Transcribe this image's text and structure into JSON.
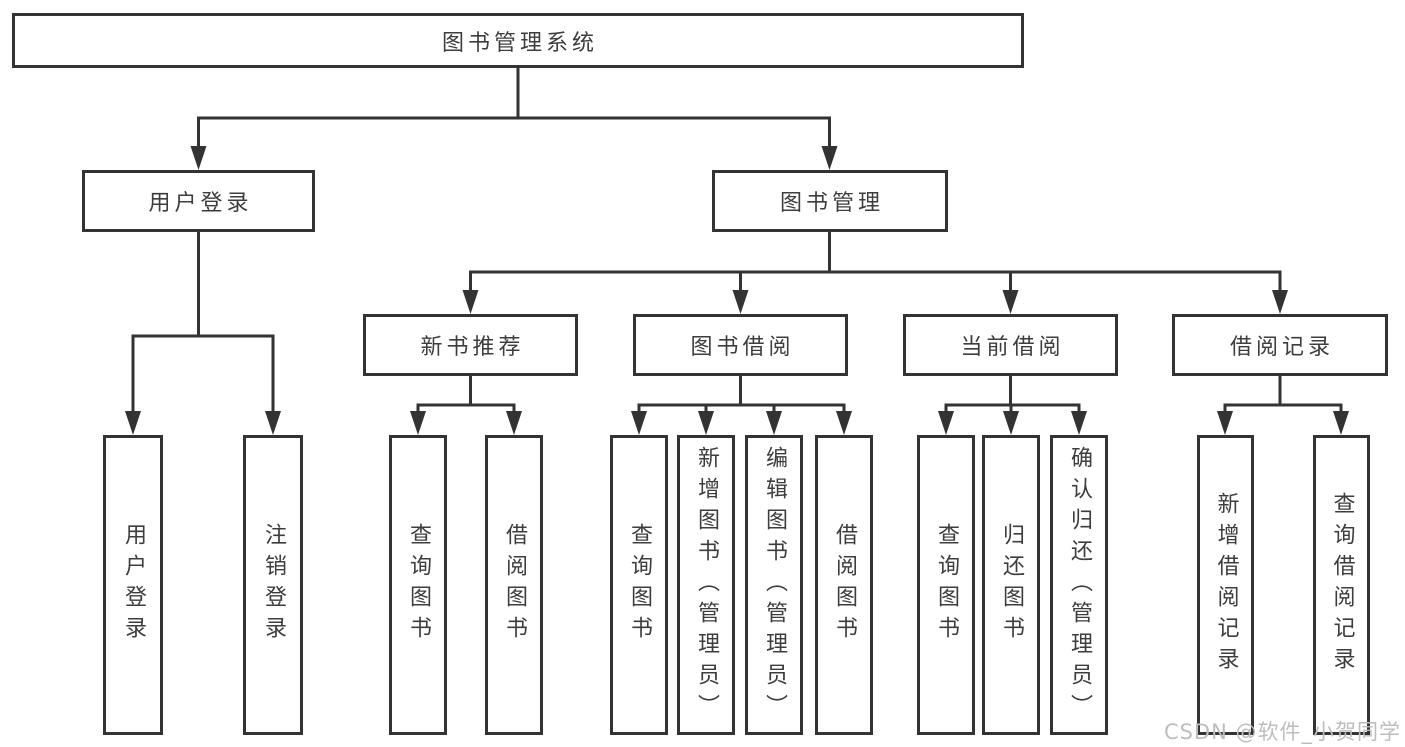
{
  "diagram": {
    "type": "hierarchy-functional-structure",
    "colors": {
      "line": "#333333",
      "box_border": "#333333",
      "text": "#3d3d3d",
      "background": "#ffffff",
      "watermark": "#bdbdbd"
    },
    "tree": {
      "root": {
        "label": "图书管理系统"
      },
      "branches": [
        {
          "label": "用户登录",
          "children": [
            {
              "label": "用户登录"
            },
            {
              "label": "注销登录"
            }
          ]
        },
        {
          "label": "图书管理",
          "children": [
            {
              "label": "新书推荐",
              "children": [
                {
                  "label": "查询图书"
                },
                {
                  "label": "借阅图书"
                }
              ]
            },
            {
              "label": "图书借阅",
              "children": [
                {
                  "label": "查询图书"
                },
                {
                  "label": "新增图书（管理员）"
                },
                {
                  "label": "编辑图书（管理员）"
                },
                {
                  "label": "借阅图书"
                }
              ]
            },
            {
              "label": "当前借阅",
              "children": [
                {
                  "label": "查询图书"
                },
                {
                  "label": "归还图书"
                },
                {
                  "label": "确认归还（管理员）"
                }
              ]
            },
            {
              "label": "借阅记录",
              "children": [
                {
                  "label": "新增借阅记录"
                },
                {
                  "label": "查询借阅记录"
                }
              ]
            }
          ]
        }
      ]
    },
    "watermark": {
      "text": "CSDN @软件_小贺同学"
    }
  }
}
